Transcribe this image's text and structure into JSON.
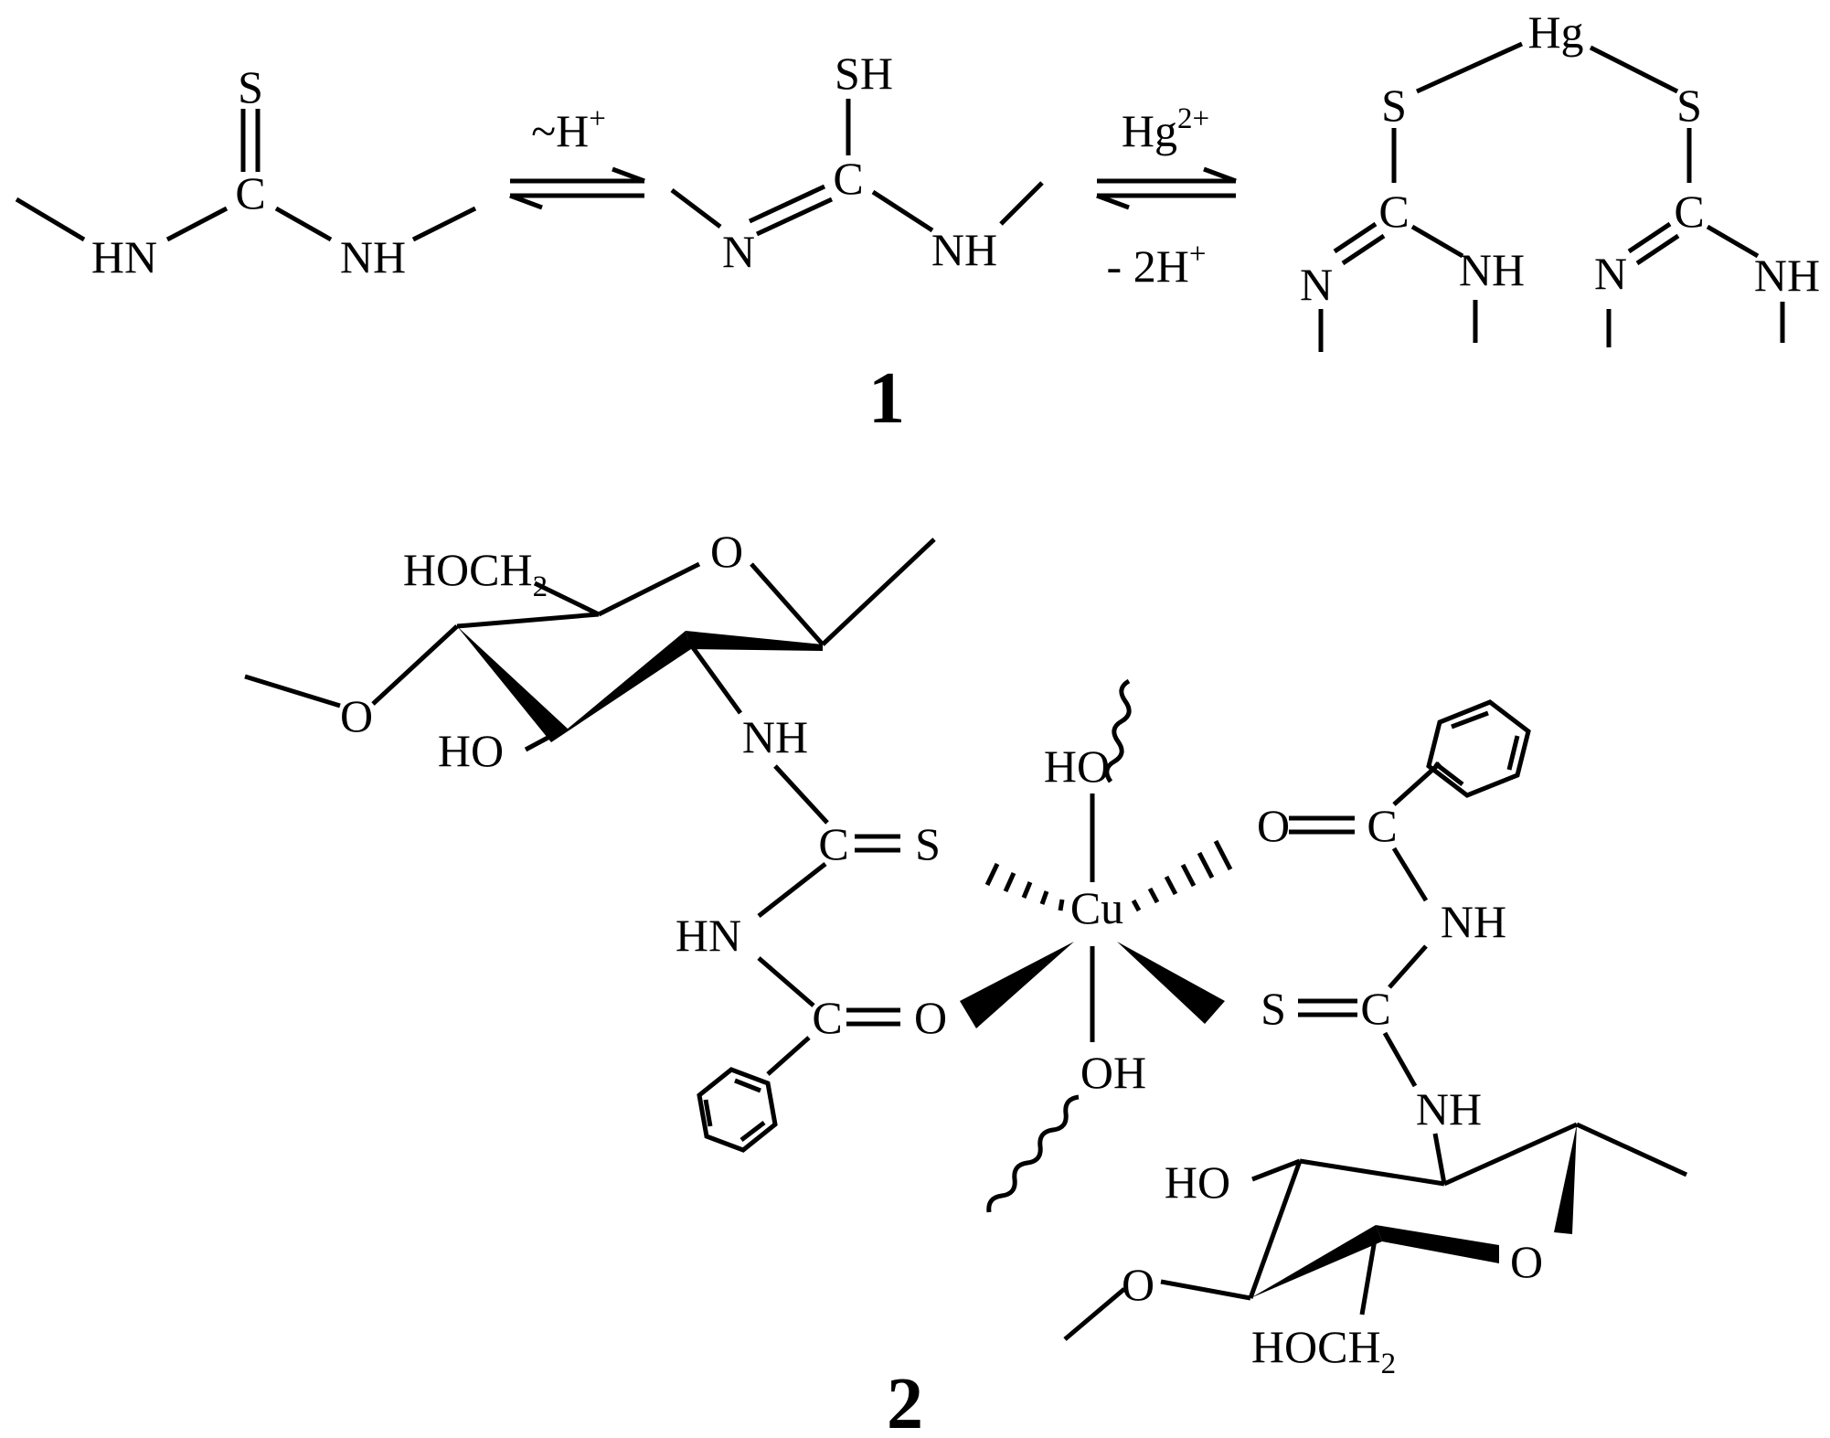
{
  "scheme1": {
    "thiourea": {
      "s": "S",
      "c": "C",
      "hn": "HN",
      "nh": "NH"
    },
    "arrow1": {
      "label": "~H",
      "label_sup": "+"
    },
    "thiol": {
      "sh": "SH",
      "c": "C",
      "n": "N",
      "nh": "NH"
    },
    "arrow2": {
      "label_top": "Hg",
      "label_top_sup": "2+",
      "label_bottom": "- 2H",
      "label_bottom_sup": "+"
    },
    "complex": {
      "hg": "Hg",
      "s_left": "S",
      "s_right": "S",
      "c_left": "C",
      "c_right": "C",
      "n_left": "N",
      "n_right": "N",
      "nh_left": "NH",
      "nh_right": "NH"
    },
    "number": "1"
  },
  "scheme2": {
    "top_sugar": {
      "hoch": "HOCH",
      "hoch_sub": "2",
      "o_ring": "O",
      "o_ether": "O",
      "ho": "HO",
      "nh": "NH"
    },
    "left_ligand": {
      "c_thio": "C",
      "s": "S",
      "hn": "HN",
      "c_carbonyl": "C",
      "o": "O"
    },
    "copper": {
      "cu": "Cu",
      "ho_top": "HO",
      "oh_bottom": "OH"
    },
    "right_ligand": {
      "o": "O",
      "c_carbonyl": "C",
      "nh": "NH",
      "s": "S",
      "c_thio": "C",
      "nh_lower": "NH"
    },
    "bottom_sugar": {
      "ho": "HO",
      "o_ring": "O",
      "o_ether": "O",
      "hoch": "HOCH",
      "hoch_sub": "2"
    },
    "number": "2"
  }
}
